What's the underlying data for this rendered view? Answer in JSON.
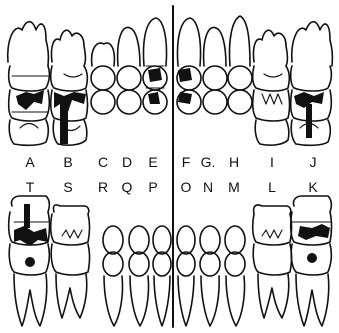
{
  "upper_letters": [
    "A",
    "B",
    "C",
    "D",
    "E",
    "F",
    "G.",
    "H",
    "I",
    "J"
  ],
  "lower_letters": [
    "T",
    "S",
    "R",
    "Q",
    "P",
    "O",
    "N",
    "M",
    "L",
    "K"
  ]
}
